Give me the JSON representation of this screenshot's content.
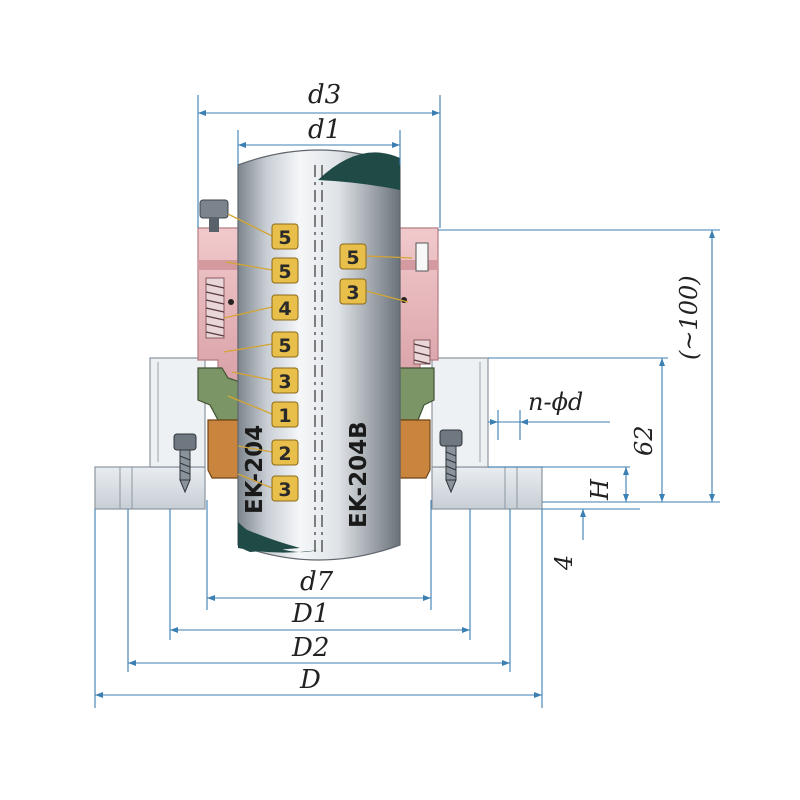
{
  "colors": {
    "dim_line": "#3b7fb3",
    "shaft_light": "#f2f4f6",
    "shaft_mid": "#b9c0c7",
    "shaft_dark": "#6f7780",
    "shaft_cut": "#1f4a45",
    "gland": "#e7b9bd",
    "gland_dark": "#c98990",
    "housing": "#d9dee4",
    "housing_line": "#8c96a0",
    "seat_green": "#6f8a5c",
    "seat_orange": "#c9843e",
    "badge_fill": "#e8bf4a",
    "badge_stroke": "#8a6a18",
    "leader": "#d4a534"
  },
  "dimensions": {
    "d3": "d3",
    "d1": "d1",
    "d7": "d7",
    "D1": "D1",
    "D2": "D2",
    "D": "D",
    "n_phid": "n-ϕd",
    "approx_100": "(~100)",
    "h62": "62",
    "H": "H",
    "four": "4"
  },
  "models": {
    "left": "EK-204",
    "right": "EK-204B"
  },
  "badges_left": [
    "5",
    "5",
    "4",
    "5",
    "3",
    "1",
    "2",
    "3"
  ],
  "badges_right": [
    "5",
    "3"
  ]
}
